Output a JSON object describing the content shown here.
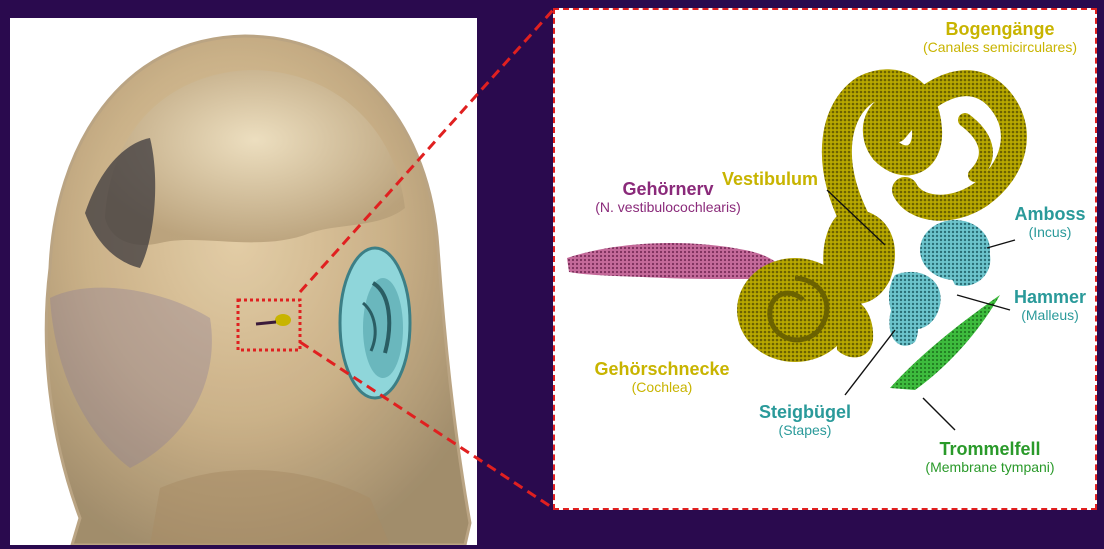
{
  "colors": {
    "background": "#2a0a4e",
    "callout": "#e02020",
    "yellow": "#c8b400",
    "purple": "#8a2a7a",
    "teal": "#2a9a9a",
    "green": "#2a9a2a"
  },
  "labels": {
    "bogengaenge": {
      "name": "Bogengänge",
      "latin": "(Canales semicirculares)"
    },
    "vestibulum": {
      "name": "Vestibulum"
    },
    "gehoernerv": {
      "name": "Gehörnerv",
      "latin": "(N. vestibulocochlearis)"
    },
    "amboss": {
      "name": "Amboss",
      "latin": "(Incus)"
    },
    "hammer": {
      "name": "Hammer",
      "latin": "(Malleus)"
    },
    "gehoerschnecke": {
      "name": "Gehörschnecke",
      "latin": "(Cochlea)"
    },
    "steigbuegel": {
      "name": "Steigbügel",
      "latin": "(Stapes)"
    },
    "trommelfell": {
      "name": "Trommelfell",
      "latin": "(Membrane tympani)"
    }
  }
}
